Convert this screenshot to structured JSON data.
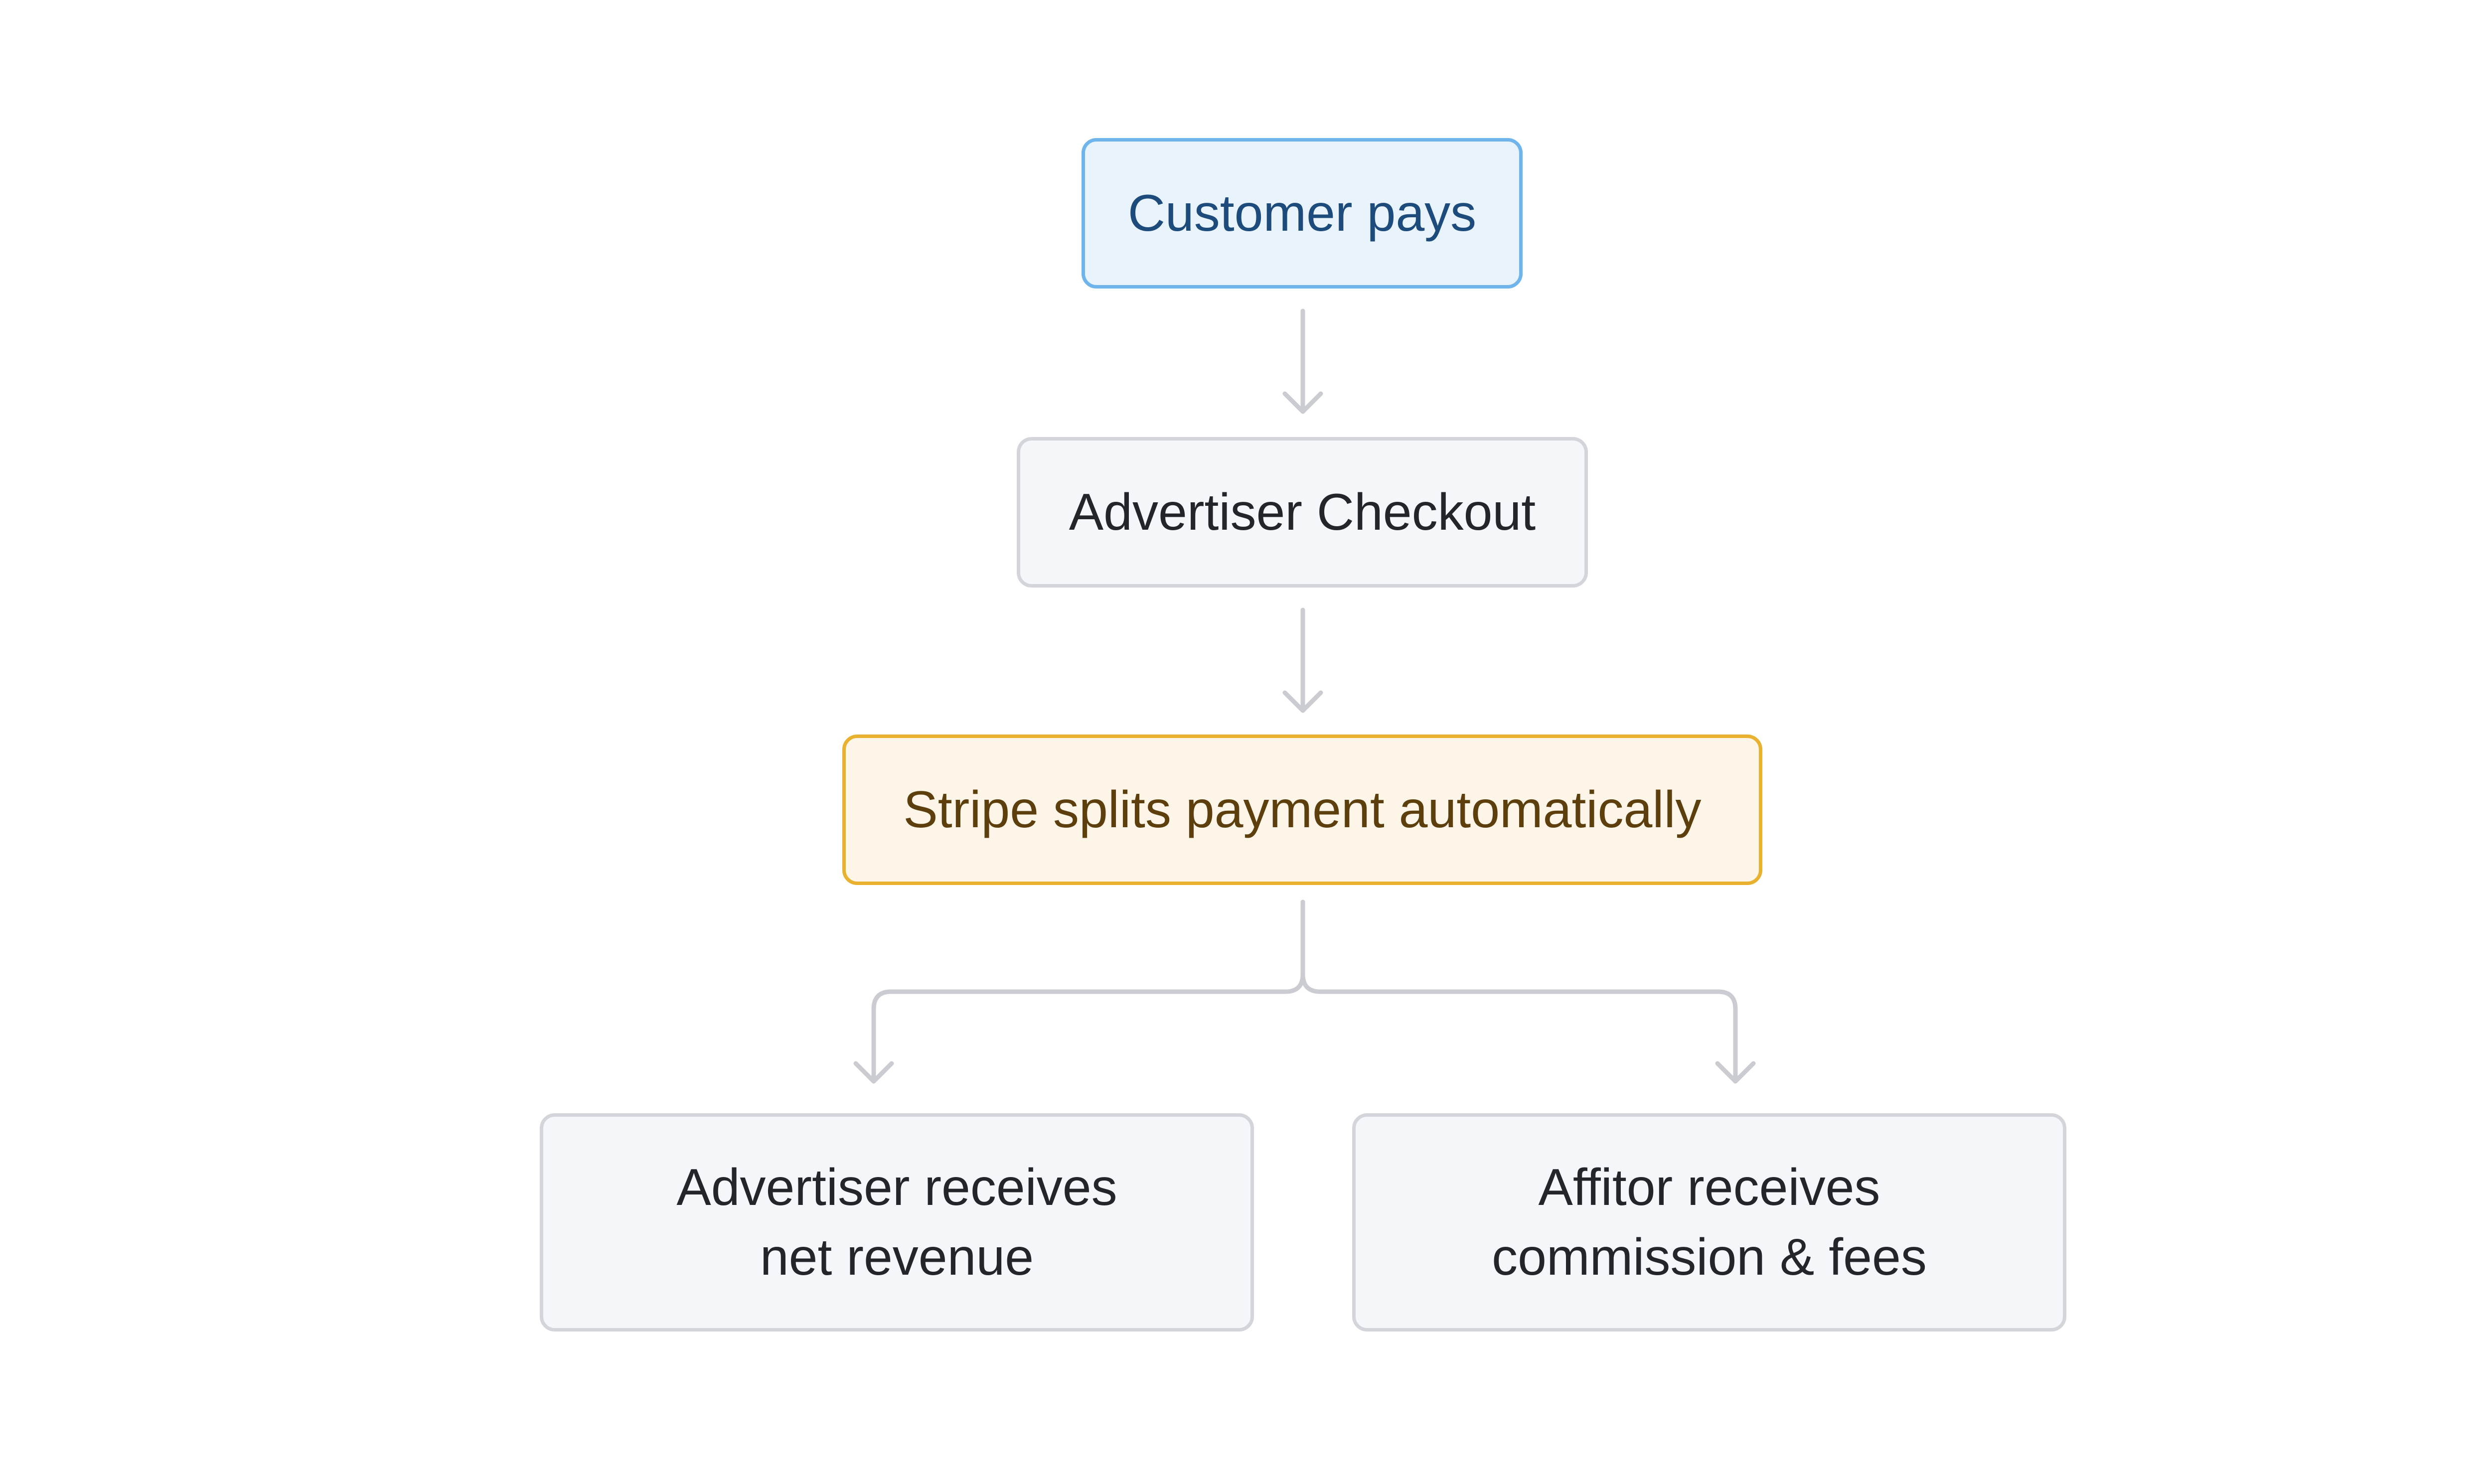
{
  "diagram": {
    "nodes": {
      "customer": {
        "label": "Customer pays"
      },
      "checkout": {
        "label": "Advertiser Checkout"
      },
      "stripe": {
        "label": "Stripe splits payment automatically"
      },
      "advertiser": {
        "line1": "Advertiser receives",
        "line2": "net revenue"
      },
      "affitor": {
        "line1": "Affitor receives",
        "line2": "commission & fees"
      }
    },
    "edges": [
      {
        "from": "customer",
        "to": "checkout"
      },
      {
        "from": "checkout",
        "to": "stripe"
      },
      {
        "from": "stripe",
        "to": "advertiser"
      },
      {
        "from": "stripe",
        "to": "affitor"
      }
    ],
    "colors": {
      "customer_fill": "#e8f3fc",
      "customer_border": "#6fb4ea",
      "customer_text": "#1c4b7c",
      "stripe_fill": "#fdf5e7",
      "stripe_border": "#e8b12f",
      "stripe_text": "#5d3f0d",
      "neutral_fill": "#f5f6f9",
      "neutral_border": "#d4d5da",
      "connector": "#cbccd1"
    }
  }
}
